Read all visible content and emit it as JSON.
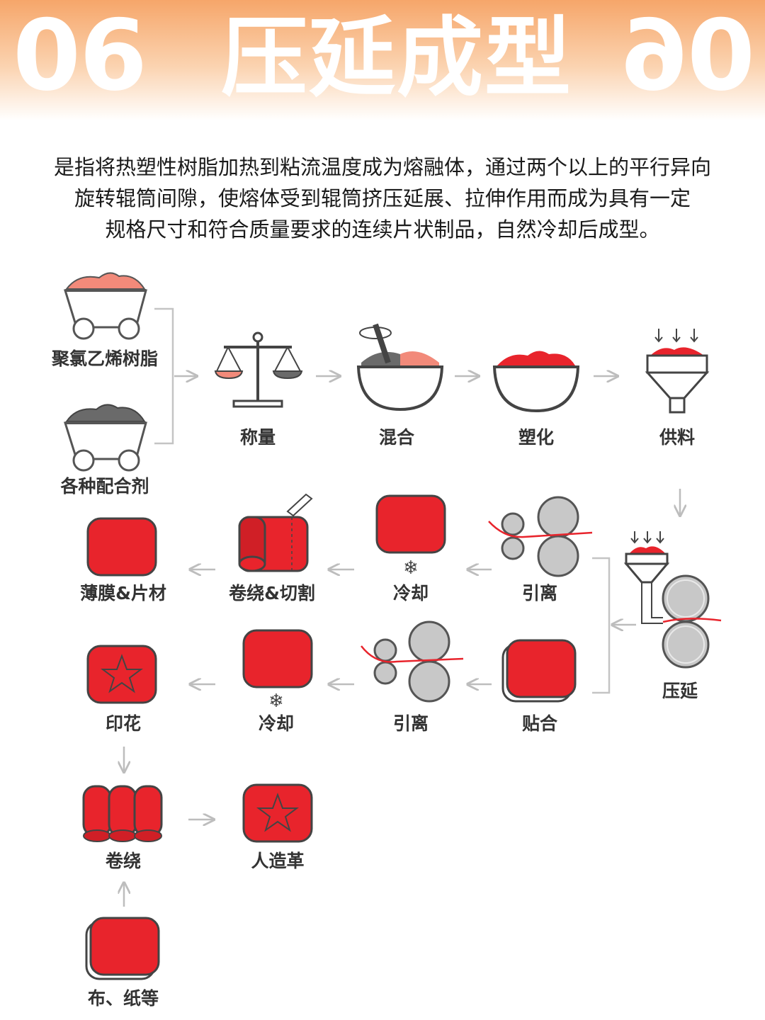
{
  "header": {
    "number": "06",
    "title": "压延成型",
    "number_mirrored": "06"
  },
  "intro": [
    "是指将热塑性树脂加热到粘流温度成为熔融体，通过两个以上的平行异向",
    "旋转辊筒间隙，使熔体受到辊筒挤压延展、拉伸作用而成为具有一定",
    "规格尺寸和符合质量要求的连续片状制品，自然冷却后成型。"
  ],
  "colors": {
    "accent": "#e8242c",
    "gray": "#7d7d7d",
    "light_gray": "#c8c8c8",
    "header": "#f6a66a"
  },
  "steps": {
    "pvc": "聚氯乙烯树脂",
    "additives": "各种配合剂",
    "weigh": "称量",
    "mix": "混合",
    "plasticize": "塑化",
    "feed": "供料",
    "calender": "压延",
    "pull1": "引离",
    "cool1": "冷却",
    "wind_cut": "卷绕&切割",
    "film": "薄膜&片材",
    "laminate": "贴合",
    "pull2": "引离",
    "cool2": "冷却",
    "print": "印花",
    "wind": "卷绕",
    "leather": "人造革",
    "cloth": "布、纸等"
  },
  "icons": [
    "cart-icon",
    "scale-icon",
    "mixer-bowl-icon",
    "bowl-icon",
    "funnel-icon",
    "roller-icon",
    "snowflake-icon",
    "roll-icon",
    "sheet-icon",
    "star-icon",
    "knife-icon"
  ]
}
